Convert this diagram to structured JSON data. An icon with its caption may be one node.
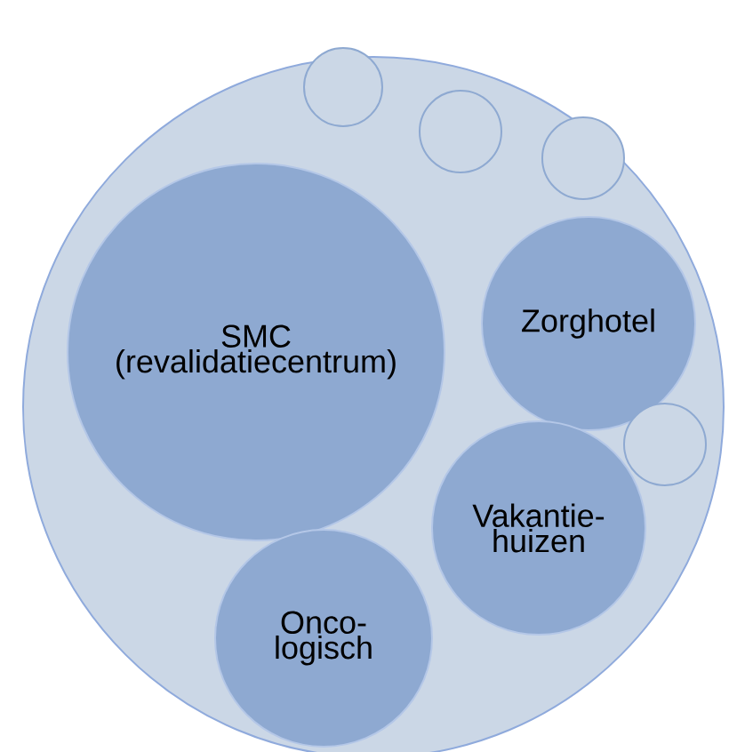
{
  "diagram": {
    "nodes": [
      {
        "text": [],
        "shape": "circle"
      },
      {
        "text": [
          "SMC (revalidatiecentrum)"
        ],
        "in": 0
      },
      {
        "text": [],
        "shape": "circle",
        "in": 0
      },
      {
        "text": [],
        "shape": "circle",
        "in": 0
      },
      {
        "text": [],
        "shape": "circle",
        "in": 0
      },
      {
        "text": [
          "Zorghotel"
        ],
        "in": 0
      },
      {
        "text": [],
        "shape": "circle",
        "in": 0
      },
      {
        "text": [
          "Vakantie- huizen"
        ],
        "in": 0
      },
      {
        "text": [
          "Onco- logisch"
        ],
        "in": 0
      }
    ]
  }
}
